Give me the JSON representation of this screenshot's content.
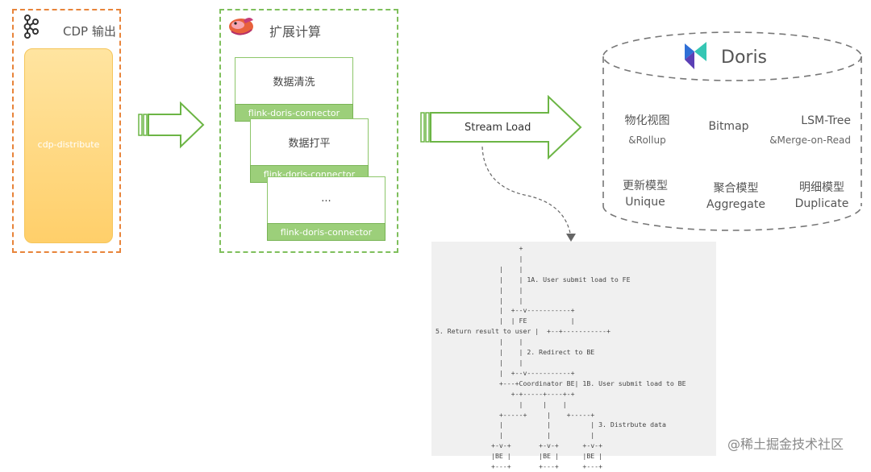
{
  "cdp": {
    "title": "CDP 输出",
    "distribute_label": "cdp-distribute",
    "icon": "kafka-icon"
  },
  "compute": {
    "title": "扩展计算",
    "icon": "flink-squirrel-icon",
    "cards": [
      {
        "label": "数据清洗",
        "connector": "flink-doris-connector"
      },
      {
        "label": "数据打平",
        "connector": "flink-doris-connector"
      },
      {
        "label": "...",
        "connector": "flink-doris-connector"
      }
    ]
  },
  "stream_load": {
    "label": "Stream Load"
  },
  "doris": {
    "title": "Doris",
    "icon": "doris-logo-icon",
    "features": [
      {
        "main": "物化视图",
        "sub": "&Rollup"
      },
      {
        "main": "Bitmap",
        "sub": ""
      },
      {
        "main": "LSM-Tree",
        "sub": "&Merge-on-Read"
      },
      {
        "main": "更新模型",
        "sub": "Unique"
      },
      {
        "main": "聚合模型",
        "sub": "Aggregate"
      },
      {
        "main": "明细模型",
        "sub": "Duplicate"
      }
    ]
  },
  "code": {
    "lines": [
      "                     +",
      "                     |",
      "                |    |",
      "                |    | 1A. User submit load to FE",
      "                |    |",
      "                |    |",
      "                |  +--v-----------+",
      "                |  | FE           |",
      "5. Return result to user |  +--+-----------+",
      "                |    |",
      "                |    | 2. Redirect to BE",
      "                |    |",
      "                |  +--v-----------+",
      "                +---+Coordinator BE| 1B. User submit load to BE",
      "                   +-+-----+----+-+",
      "                     |     |    |",
      "                +-----+     |    +-----+",
      "                |           |          | 3. Distrbute data",
      "                |           |          |",
      "              +-v-+       +-v-+      +-v-+",
      "              |BE |       |BE |      |BE |",
      "              +---+       +---+      +---+"
    ]
  },
  "watermark": "@稀土掘金技术社区",
  "colors": {
    "cdp_border": "#e8843a",
    "compute_border": "#7fbf5c",
    "connector_bar": "#9ccf7a",
    "cdp_fill": "#ffd77e",
    "doris_blue": "#2f6fd6",
    "doris_teal": "#35c6b4"
  }
}
